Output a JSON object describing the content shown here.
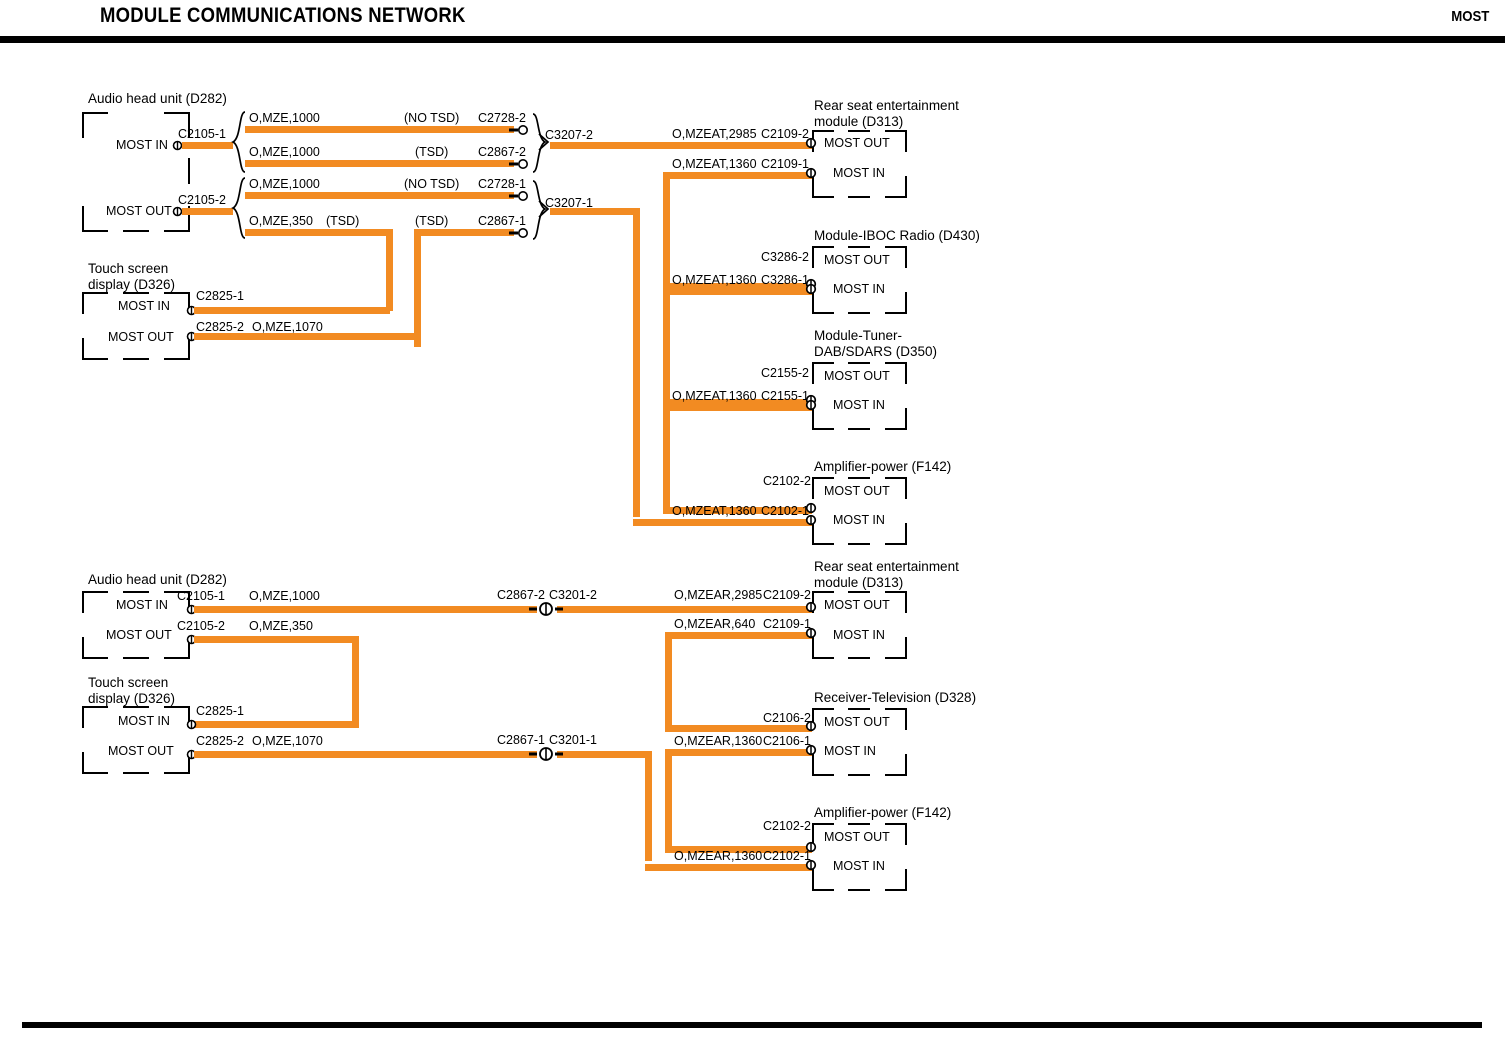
{
  "header": {
    "title": "MODULE COMMUNICATIONS NETWORK",
    "right_label": "MOST"
  },
  "diagrams": [
    {
      "id": "upper",
      "modules_left": [
        {
          "name": "audio-head-unit",
          "title": "Audio head unit (D282)",
          "ports": [
            {
              "label": "MOST IN",
              "connector": "C2105-1"
            },
            {
              "label": "MOST OUT",
              "connector": "C2105-2"
            }
          ]
        },
        {
          "name": "touch-screen-display",
          "title_line1": "Touch screen",
          "title_line2": "display (D326)",
          "ports": [
            {
              "label": "MOST IN",
              "connector": "C2825-1"
            },
            {
              "label": "MOST OUT",
              "connector": "C2825-2",
              "wire": "O,MZE,1070"
            }
          ]
        }
      ],
      "wires_left": [
        {
          "wire": "O,MZE,1000",
          "note": "(NO TSD)",
          "connector": "C2728-2"
        },
        {
          "wire": "O,MZE,1000",
          "note": "(TSD)",
          "connector": "C2867-2"
        },
        {
          "wire": "O,MZE,1000",
          "note": "(NO TSD)",
          "connector": "C2728-1"
        },
        {
          "wire": "O,MZE,350",
          "note": "(TSD)",
          "note2": "(TSD)",
          "connector": "C2867-1"
        }
      ],
      "junctions": [
        {
          "label": "C3207-2"
        },
        {
          "label": "C3207-1"
        }
      ],
      "modules_right": [
        {
          "name": "rear-seat-entertainment-module",
          "title_line1": "Rear seat entertainment",
          "title_line2": "module (D313)",
          "ports": [
            {
              "label": "MOST OUT",
              "connector": "C2109-2",
              "wire": "O,MZEAT,2985"
            },
            {
              "label": "MOST IN",
              "connector": "C2109-1",
              "wire": "O,MZEAT,1360"
            }
          ]
        },
        {
          "name": "module-iboc-radio",
          "title_line1": "Module-IBOC Radio (D430)",
          "ports": [
            {
              "label": "MOST OUT",
              "connector": "C3286-2",
              "wire": ""
            },
            {
              "label": "MOST IN",
              "connector": "C3286-1",
              "wire": "O,MZEAT,1360"
            }
          ]
        },
        {
          "name": "module-tuner-dab-sdars",
          "title_line1": "Module-Tuner-",
          "title_line2": "DAB/SDARS (D350)",
          "ports": [
            {
              "label": "MOST OUT",
              "connector": "C2155-2",
              "wire": ""
            },
            {
              "label": "MOST IN",
              "connector": "C2155-1",
              "wire": "O,MZEAT,1360"
            }
          ]
        },
        {
          "name": "amplifier-power",
          "title_line1": "Amplifier-power (F142)",
          "ports": [
            {
              "label": "MOST OUT",
              "connector": "C2102-2",
              "wire": ""
            },
            {
              "label": "MOST IN",
              "connector": "C2102-1",
              "wire": "O,MZEAT,1360"
            }
          ]
        }
      ]
    },
    {
      "id": "lower",
      "modules_left": [
        {
          "name": "audio-head-unit",
          "title": "Audio head unit (D282)",
          "ports": [
            {
              "label": "MOST IN",
              "connector": "C2105-1",
              "wire": "O,MZE,1000"
            },
            {
              "label": "MOST OUT",
              "connector": "C2105-2",
              "wire": "O,MZE,350"
            }
          ]
        },
        {
          "name": "touch-screen-display",
          "title_line1": "Touch screen",
          "title_line2": "display (D326)",
          "ports": [
            {
              "label": "MOST IN",
              "connector": "C2825-1",
              "wire": ""
            },
            {
              "label": "MOST OUT",
              "connector": "C2825-2",
              "wire": "O,MZE,1070"
            }
          ]
        }
      ],
      "splices": [
        {
          "left": "C2867-2",
          "right": "C3201-2"
        },
        {
          "left": "C2867-1",
          "right": "C3201-1"
        }
      ],
      "modules_right": [
        {
          "name": "rear-seat-entertainment-module",
          "title_line1": "Rear seat entertainment",
          "title_line2": "module (D313)",
          "ports": [
            {
              "label": "MOST OUT",
              "connector": "C2109-2",
              "wire": "O,MZEAR,2985"
            },
            {
              "label": "MOST IN",
              "connector": "C2109-1",
              "wire": "O,MZEAR,640"
            }
          ]
        },
        {
          "name": "receiver-television",
          "title_line1": "Receiver-Television (D328)",
          "ports": [
            {
              "label": "MOST OUT",
              "connector": "C2106-2",
              "wire": ""
            },
            {
              "label": "MOST IN",
              "connector": "C2106-1",
              "wire": "O,MZEAR,1360"
            }
          ]
        },
        {
          "name": "amplifier-power",
          "title_line1": "Amplifier-power (F142)",
          "ports": [
            {
              "label": "MOST OUT",
              "connector": "C2102-2",
              "wire": ""
            },
            {
              "label": "MOST IN",
              "connector": "C2102-1",
              "wire": "O,MZEAR,1360"
            }
          ]
        }
      ]
    }
  ],
  "colors": {
    "wire_orange": "#F28B22",
    "ink": "#000000",
    "background": "#FFFFFF"
  }
}
